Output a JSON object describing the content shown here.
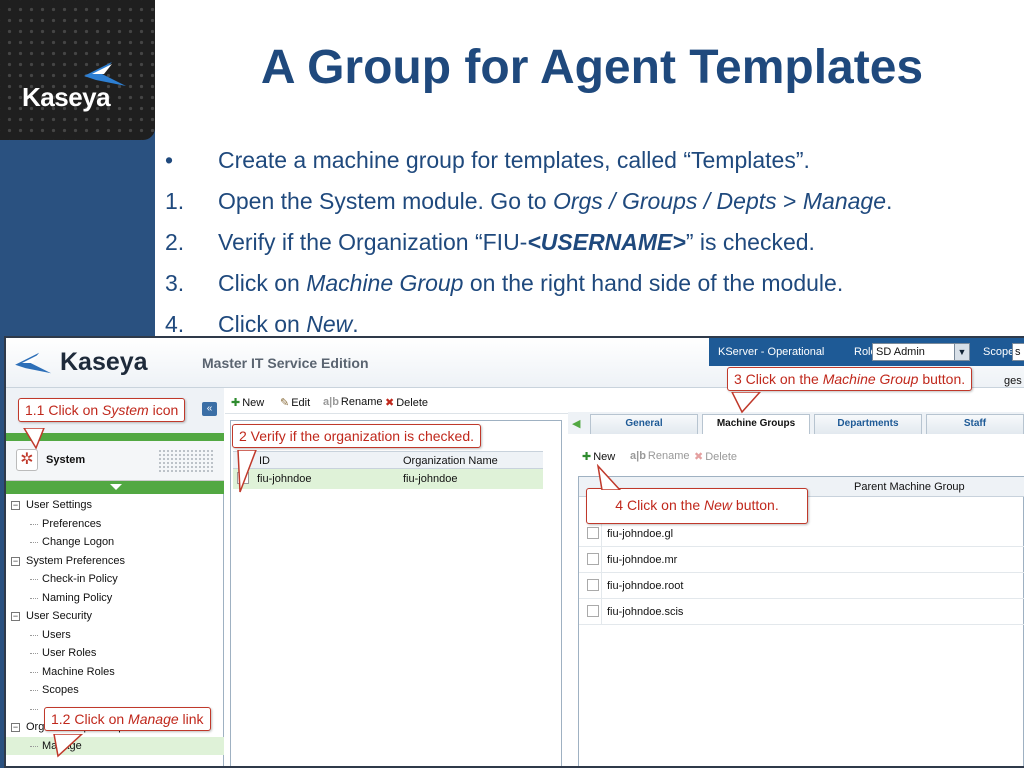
{
  "slide": {
    "logo_text": "Kaseya",
    "title": "A Group for Agent Templates",
    "bullets": [
      {
        "marker": "•",
        "parts": [
          {
            "t": "Create a machine group for templates, called “Templates”."
          }
        ]
      },
      {
        "marker": "1.",
        "parts": [
          {
            "t": "Open the System module. Go to "
          },
          {
            "t": "Orgs / Groups / Depts",
            "i": true
          },
          {
            "t": " > "
          },
          {
            "t": "Manage",
            "i": true
          },
          {
            "t": "."
          }
        ]
      },
      {
        "marker": "2.",
        "parts": [
          {
            "t": "Verify if the Organization “FIU-"
          },
          {
            "t": "<USERNAME>",
            "i": true,
            "b": true
          },
          {
            "t": "” is checked."
          }
        ]
      },
      {
        "marker": "3.",
        "parts": [
          {
            "t": "Click on "
          },
          {
            "t": "Machine Group",
            "i": true
          },
          {
            "t": " on the right hand side of the module."
          }
        ]
      },
      {
        "marker": "4.",
        "parts": [
          {
            "t": "Click on "
          },
          {
            "t": "New",
            "i": true
          },
          {
            "t": "."
          }
        ]
      }
    ]
  },
  "app": {
    "brand": "Kaseya",
    "edition": "Master IT Service Edition",
    "status": "KServer - Operational",
    "role_label": "Role",
    "role_value": "SD Admin",
    "scope_label": "Scope",
    "scope_value": "s",
    "truncated_link": "ges",
    "module_name": "System",
    "nav": [
      {
        "label": "User Settings",
        "level": 0
      },
      {
        "label": "Preferences",
        "level": 1
      },
      {
        "label": "Change Logon",
        "level": 1
      },
      {
        "label": "System Preferences",
        "level": 0
      },
      {
        "label": "Check-in Policy",
        "level": 1
      },
      {
        "label": "Naming Policy",
        "level": 1
      },
      {
        "label": "User Security",
        "level": 0
      },
      {
        "label": "Users",
        "level": 1
      },
      {
        "label": "User Roles",
        "level": 1
      },
      {
        "label": "Machine Roles",
        "level": 1
      },
      {
        "label": "Scopes",
        "level": 1
      },
      {
        "label": "",
        "level": 1
      },
      {
        "label": "Orgs / Groups / Depts",
        "level": 0
      },
      {
        "label": "Manage",
        "level": 1,
        "selected": true
      }
    ],
    "toolbar": {
      "new": "New",
      "edit": "Edit",
      "rename": "Rename",
      "delete": "Delete"
    },
    "org_table": {
      "col_id": "ID",
      "col_name": "Organization Name",
      "rows": [
        {
          "id": "fiu-johndoe",
          "name": "fiu-johndoe",
          "checked": true
        }
      ]
    },
    "tabs": [
      "General",
      "Machine Groups",
      "Departments",
      "Staff"
    ],
    "active_tab": "Machine Groups",
    "group_toolbar": {
      "new": "New",
      "rename": "Rename",
      "delete": "Delete"
    },
    "group_table": {
      "col_parent": "Parent Machine Group",
      "rows": [
        "fiu-johndoe.gl",
        "fiu-johndoe.mr",
        "fiu-johndoe.root",
        "fiu-johndoe.scis"
      ]
    }
  },
  "callouts": {
    "c11": {
      "pre": "1.1 Click on ",
      "em": "System",
      "post": " icon"
    },
    "c12": {
      "pre": "1.2 Click on ",
      "em": "Manage",
      "post": " link"
    },
    "c2": {
      "pre": "2 Verify if the organization is checked.",
      "em": "",
      "post": ""
    },
    "c3": {
      "pre": "3 Click on the ",
      "em": "Machine Group",
      "post": " button."
    },
    "c4": {
      "pre": "4 Click on the ",
      "em": "New",
      "post": " button."
    }
  },
  "colors": {
    "title": "#1f497d",
    "sidebar": "#2a5180",
    "callout": "#c0281c",
    "nav_green": "#52a842",
    "status_bar": "#1e5a96"
  }
}
